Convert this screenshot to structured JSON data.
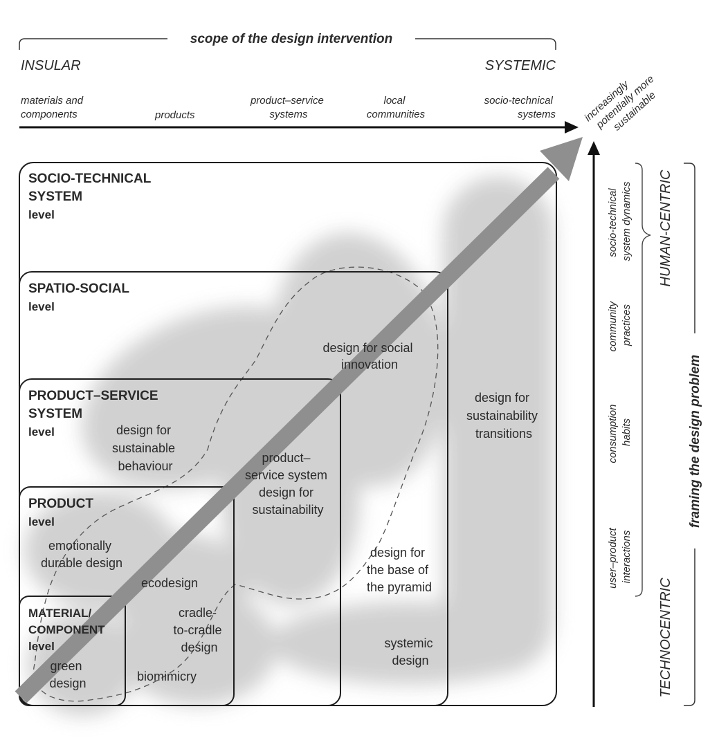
{
  "scope": {
    "title": "scope of the design intervention",
    "left_end": "INSULAR",
    "right_end": "SYSTEMIC",
    "categories": [
      [
        "materials and",
        "components"
      ],
      [
        "products"
      ],
      [
        "product–service",
        "systems"
      ],
      [
        "local",
        "communities"
      ],
      [
        "socio-technical",
        "systems"
      ]
    ],
    "diagonal_note": [
      "increasingly",
      "potentially more",
      "sustainable"
    ]
  },
  "framing": {
    "title": "framing the design problem",
    "top_end": "HUMAN-CENTRIC",
    "bottom_end": "TECHNOCENTRIC",
    "categories": [
      [
        "socio-technical",
        "system dynamics"
      ],
      [
        "community",
        "practices"
      ],
      [
        "consumption",
        "habits"
      ],
      [
        "user–product",
        "interactions"
      ]
    ]
  },
  "levels": [
    [
      "SOCIO-TECHNICAL",
      "SYSTEM",
      "level"
    ],
    [
      "SPATIO-SOCIAL",
      "level"
    ],
    [
      "PRODUCT–SERVICE",
      "SYSTEM",
      "level"
    ],
    [
      "PRODUCT",
      "level"
    ],
    [
      "MATERIAL/",
      "COMPONENT",
      "level"
    ]
  ],
  "approaches": [
    [
      "design for social",
      "innovation"
    ],
    [
      "design for",
      "sustainability",
      "transitions"
    ],
    [
      "design for",
      "sustainable",
      "behaviour"
    ],
    [
      "product–",
      "service system",
      "design for",
      "sustainability"
    ],
    [
      "emotionally",
      "durable design"
    ],
    [
      "design for",
      "the base of",
      "the pyramid"
    ],
    [
      "ecodesign"
    ],
    [
      "cradle-",
      "to-cradle",
      "design"
    ],
    [
      "systemic",
      "design"
    ],
    [
      "green",
      "design"
    ],
    [
      "biomimicry"
    ]
  ]
}
